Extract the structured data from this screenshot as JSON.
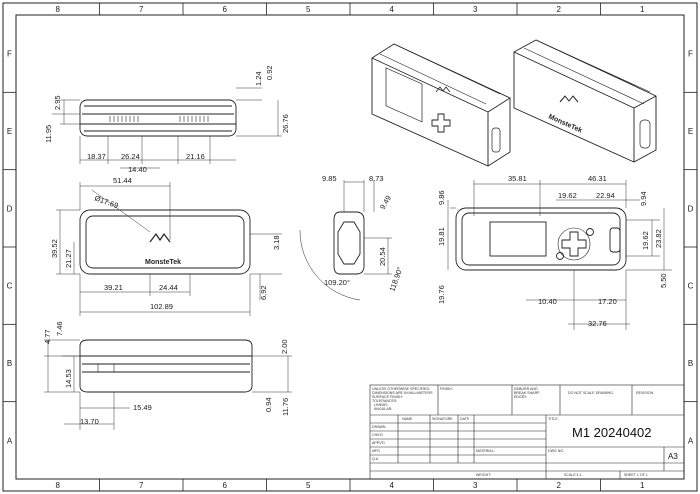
{
  "zones": {
    "top": [
      "8",
      "7",
      "6",
      "5",
      "4",
      "3",
      "2",
      "1"
    ],
    "bottom": [
      "8",
      "7",
      "6",
      "5",
      "4",
      "3",
      "2",
      "1"
    ],
    "left": [
      "F",
      "E",
      "D",
      "C",
      "B",
      "A"
    ],
    "right": [
      "F",
      "E",
      "D",
      "C",
      "B",
      "A"
    ]
  },
  "brand": "MonsteTek",
  "dims": {
    "top_view": [
      "2.95",
      "11.95",
      "1.24",
      "0.92",
      "26.76",
      "18.37",
      "26.24",
      "21.16",
      "14.40"
    ],
    "front_view": [
      "51.44",
      "Ø17.69",
      "39.52",
      "21.27",
      "3.18",
      "39.21",
      "24.44",
      "102.89",
      "6.92"
    ],
    "side_view": [
      "9.85",
      "8.73",
      "9.49",
      "20.54",
      "118.90°",
      "109.20°"
    ],
    "rear_view": [
      "35.81",
      "46.31",
      "9.86",
      "19.62",
      "22.94",
      "9.94",
      "19.81",
      "19.62",
      "23.82",
      "19.76",
      "5.50",
      "10.40",
      "17.20",
      "32.76"
    ],
    "bottom_view": [
      "7.46",
      "4.77",
      "14.53",
      "2.00",
      "15.49",
      "0.94",
      "11.76",
      "13.70"
    ]
  },
  "title_block": {
    "notes": [
      "UNLESS OTHERWISE SPECIFIED:",
      "DIMENSIONS ARE IN MILLIMETERS",
      "SURFACE FINISH:",
      "TOLERANCES:",
      "LINEAR:",
      "ANGULAR:"
    ],
    "finish": "FINISH:",
    "deburr": [
      "DEBURR AND",
      "BREAK SHARP",
      "EDGES"
    ],
    "do_not_scale": "DO NOT SCALE DRAWING",
    "revision": "REVISION",
    "col_headers": [
      "NAME",
      "SIGNATURE",
      "DATE"
    ],
    "rows": [
      "DRAWN",
      "CHK'D",
      "APPV'D",
      "MFG",
      "Q.A"
    ],
    "title_label": "TITLE:",
    "title": "M1 20240402",
    "material": "MATERIAL:",
    "dwg_no": "DWG NO.",
    "weight": "WEIGHT:",
    "scale": "SCALE:1:1",
    "sheet": "SHEET 1 OF 1",
    "size": "A3"
  }
}
